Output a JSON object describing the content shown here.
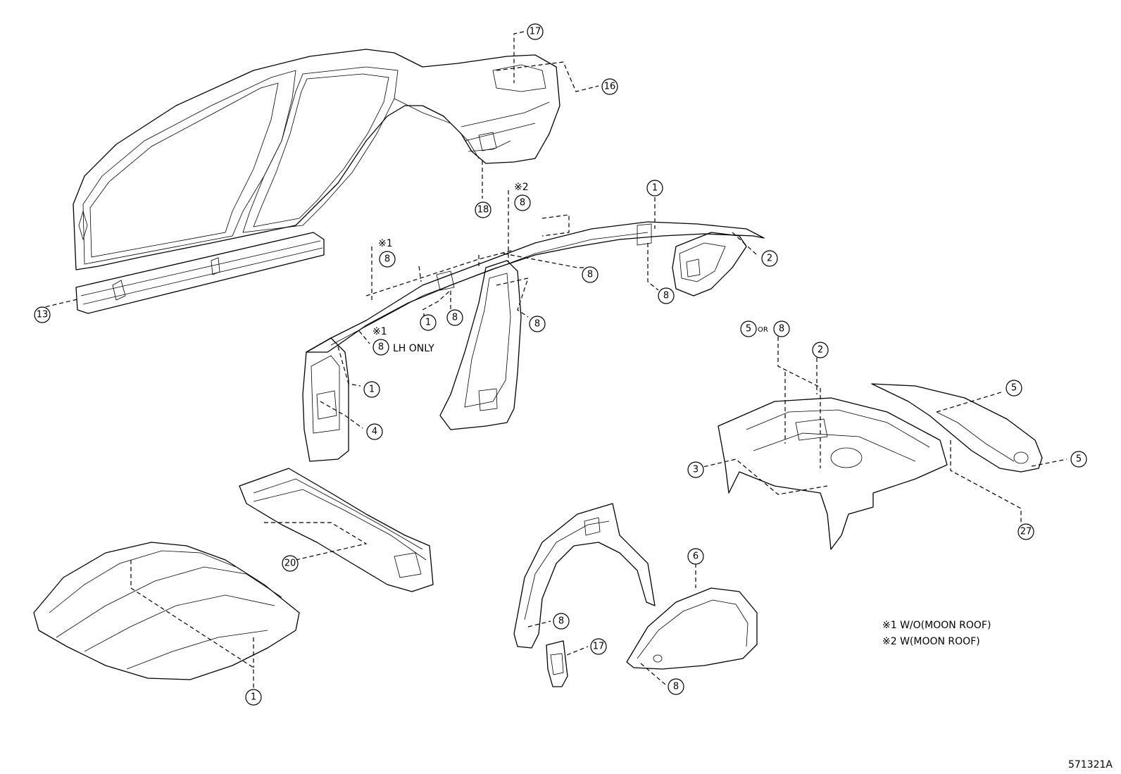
{
  "callouts": [
    {
      "num": "17"
    },
    {
      "num": "16"
    },
    {
      "num": "18"
    },
    {
      "num": "8"
    },
    {
      "num": "1"
    },
    {
      "num": "2"
    },
    {
      "num": "8"
    },
    {
      "num": "8"
    },
    {
      "num": "8"
    },
    {
      "num": "8"
    },
    {
      "num": "1"
    },
    {
      "num": "8"
    },
    {
      "num": "8"
    },
    {
      "num": "13"
    },
    {
      "num": "1"
    },
    {
      "num": "4"
    },
    {
      "num": "5"
    },
    {
      "num": "8"
    },
    {
      "num": "2"
    },
    {
      "num": "5"
    },
    {
      "num": "3"
    },
    {
      "num": "5"
    },
    {
      "num": "27"
    },
    {
      "num": "20"
    },
    {
      "num": "6"
    },
    {
      "num": "8"
    },
    {
      "num": "17"
    },
    {
      "num": "8"
    },
    {
      "num": "1"
    }
  ],
  "annotations": {
    "mark1": "※1",
    "mark1b": "※1",
    "mark2": "※2",
    "lh_only": "LH ONLY",
    "or": "OR"
  },
  "notes": {
    "note1": "※1 W/O(MOON ROOF)",
    "note2": "※2 W(MOON ROOF)"
  },
  "diagram_id": "571321A"
}
